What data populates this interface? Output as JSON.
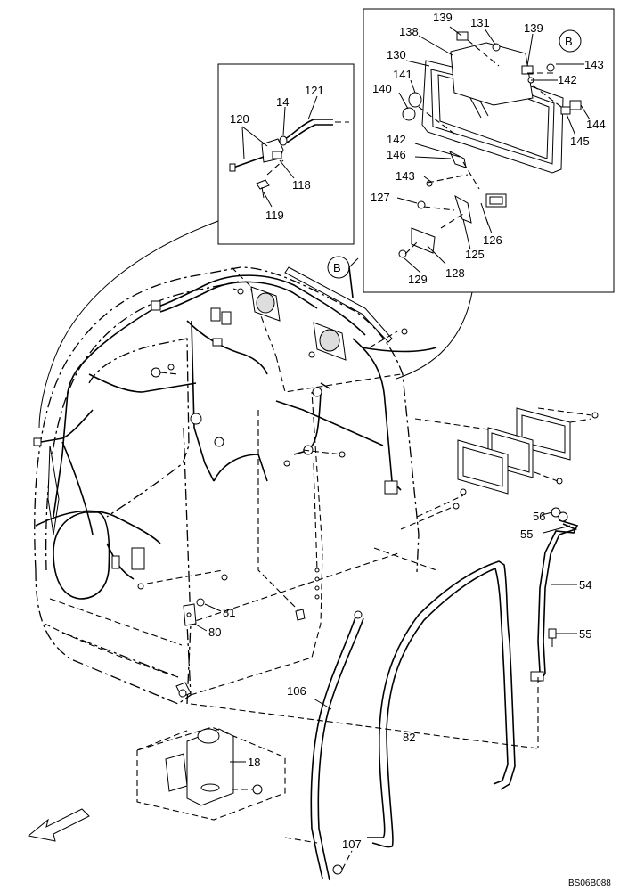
{
  "diagram": {
    "drawing_code": "BS06B088",
    "detail_marker": "B",
    "callouts": {
      "c139a": "139",
      "c131": "131",
      "c139b": "139",
      "c138": "138",
      "c130": "130",
      "c143a": "143",
      "c141": "141",
      "c142a": "142",
      "c140": "140",
      "c144": "144",
      "c145": "145",
      "c142b": "142",
      "c146": "146",
      "c143b": "143",
      "c127": "127",
      "c126": "126",
      "c125": "125",
      "c128": "128",
      "c129": "129",
      "c121": "121",
      "c14": "14",
      "c120": "120",
      "c118": "118",
      "c119": "119",
      "c56": "56",
      "c55a": "55",
      "c54": "54",
      "c55b": "55",
      "c81": "81",
      "c80": "80",
      "c106": "106",
      "c82": "82",
      "c18": "18",
      "c107": "107"
    }
  }
}
